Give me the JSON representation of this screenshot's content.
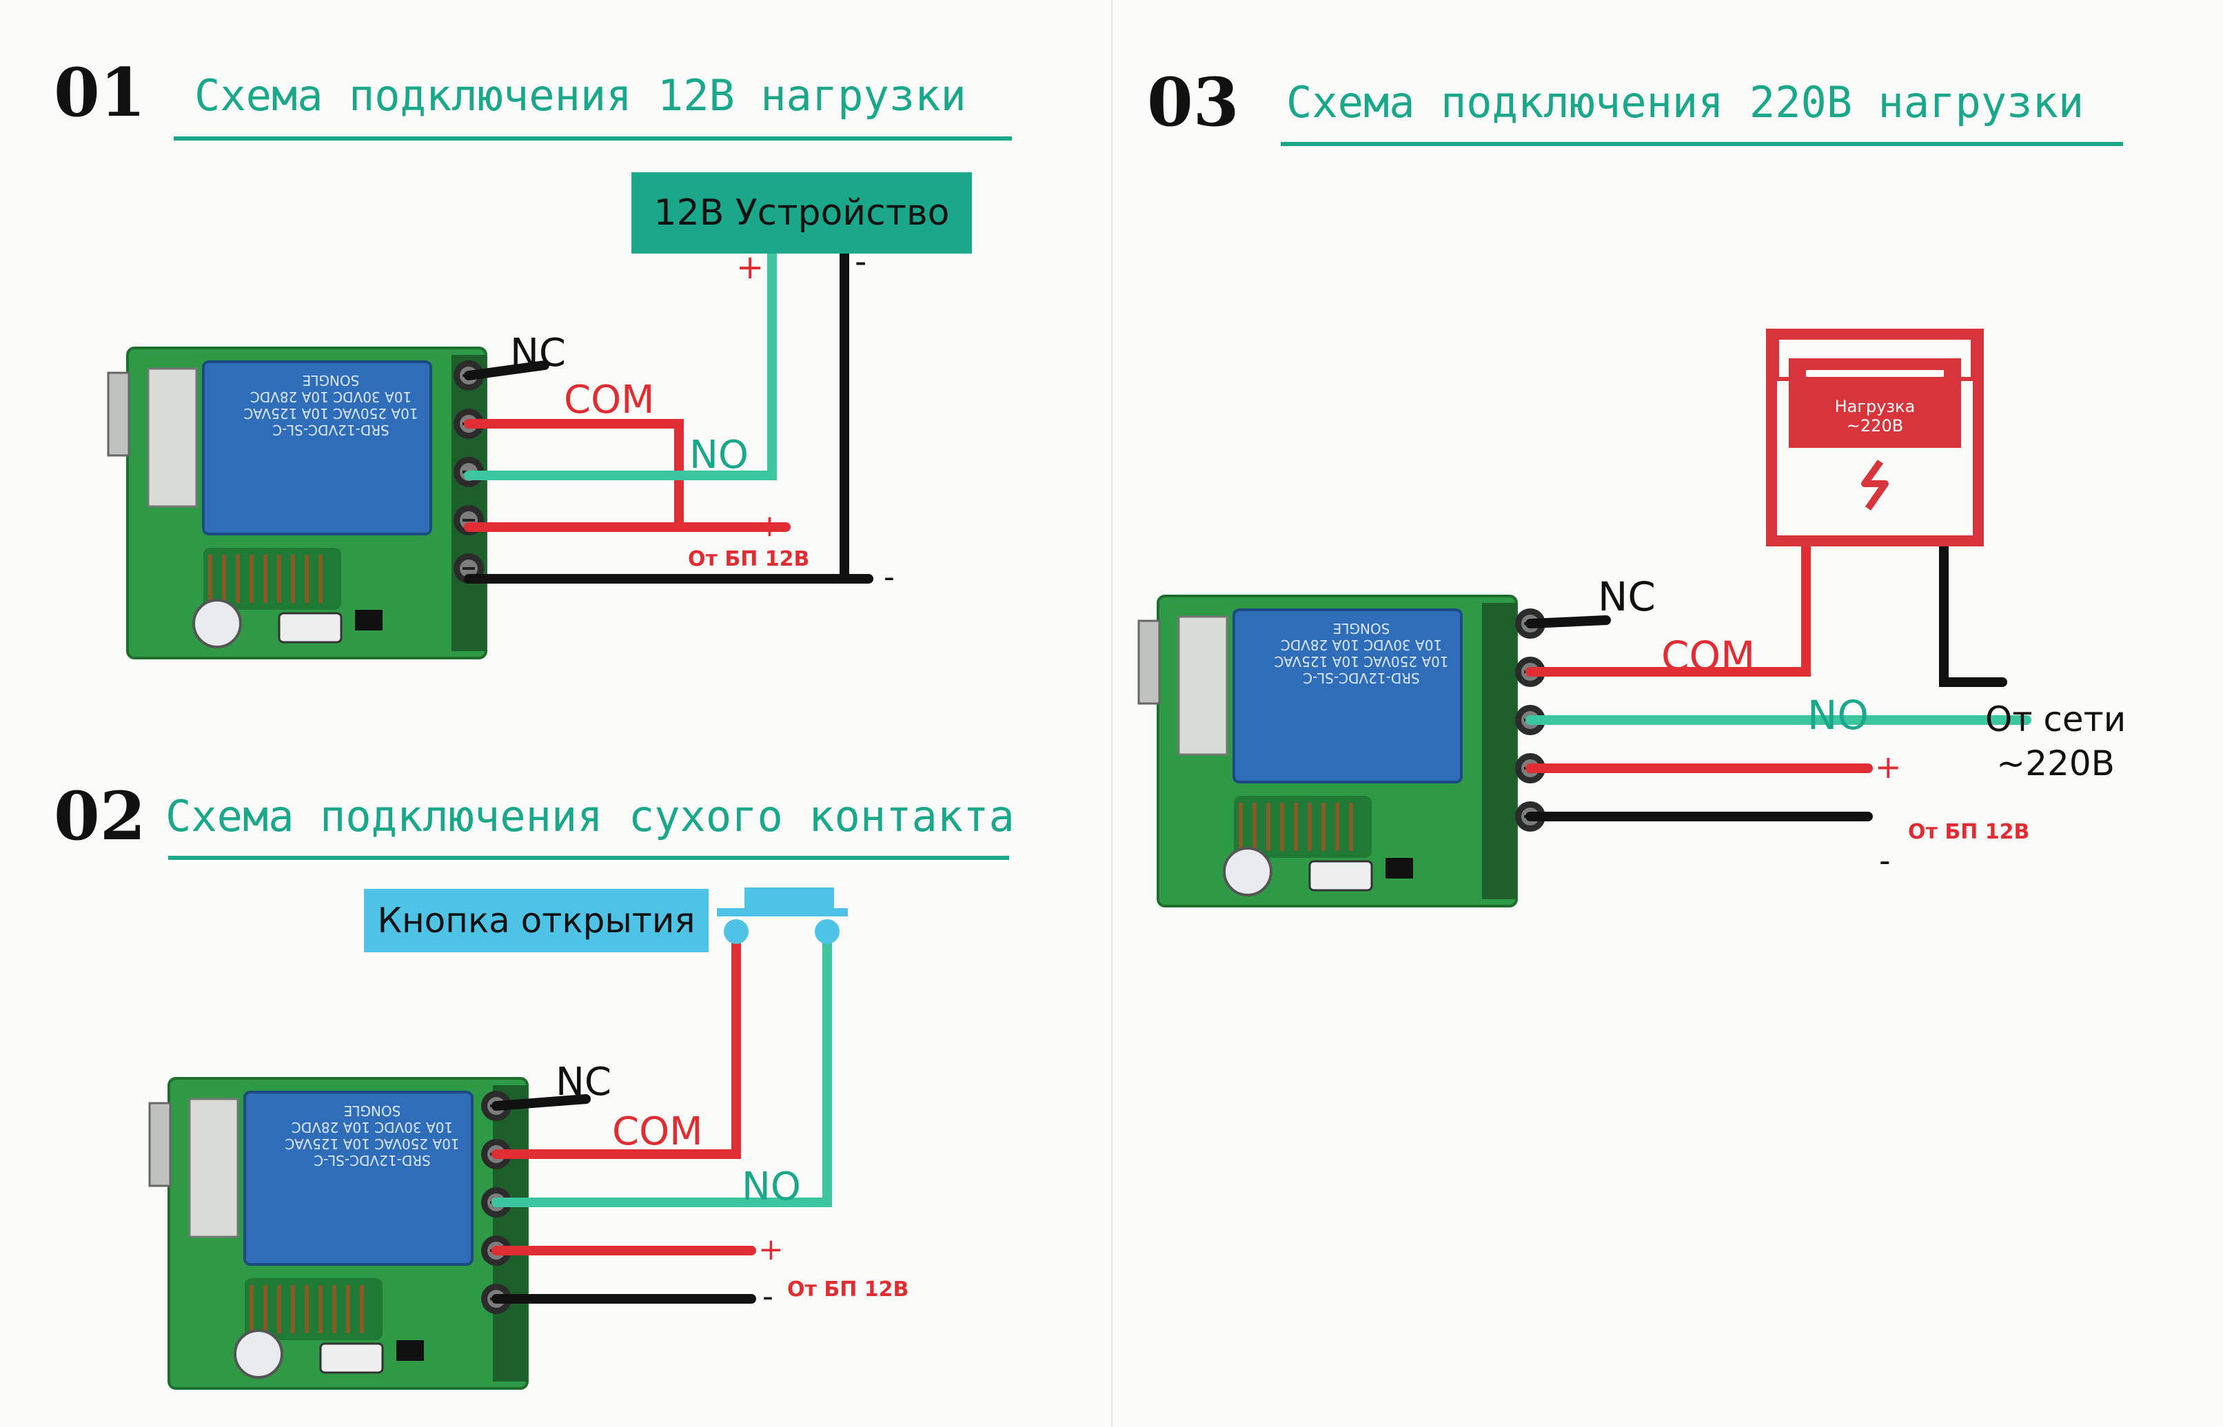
{
  "sections": [
    {
      "number": "01",
      "title": "Схема подключения 12В нагрузки"
    },
    {
      "number": "02",
      "title": "Схема подключения сухого контакта"
    },
    {
      "number": "03",
      "title": "Схема подключения 220В нагрузки"
    }
  ],
  "diagram1": {
    "device_label": "12В Устройство",
    "plus": "+",
    "minus": "-",
    "nc": "NC",
    "com": "COM",
    "no": "NO",
    "power_label": "От БП 12В"
  },
  "diagram2": {
    "button_label": "Кнопка открытия",
    "plus": "+",
    "minus": "-",
    "nc": "NC",
    "com": "COM",
    "no": "NO",
    "power_label": "От БП 12В"
  },
  "diagram3": {
    "load_label_line1": "Нагрузка",
    "load_label_line2": "~220В",
    "nc": "NC",
    "com": "COM",
    "no": "NO",
    "mains_label_line1": "От сети",
    "mains_label_line2": "~220В",
    "plus": "+",
    "minus": "-",
    "power_label": "От БП 12В"
  },
  "relay": {
    "model": "SRD-12VDC-SL-C",
    "rating1": "10A 250VAC 10A 125VAC",
    "rating2": "10A 30VDC 10A 28VDC",
    "brand": "SONGLE"
  },
  "colors": {
    "accent": "#1aa78a",
    "wire_red": "#e02d33",
    "wire_black": "#111111",
    "wire_teal": "#3cc6a0",
    "board_green": "#2f9a45",
    "relay_blue": "#2f6db8",
    "button_box": "#4fc3e6"
  }
}
